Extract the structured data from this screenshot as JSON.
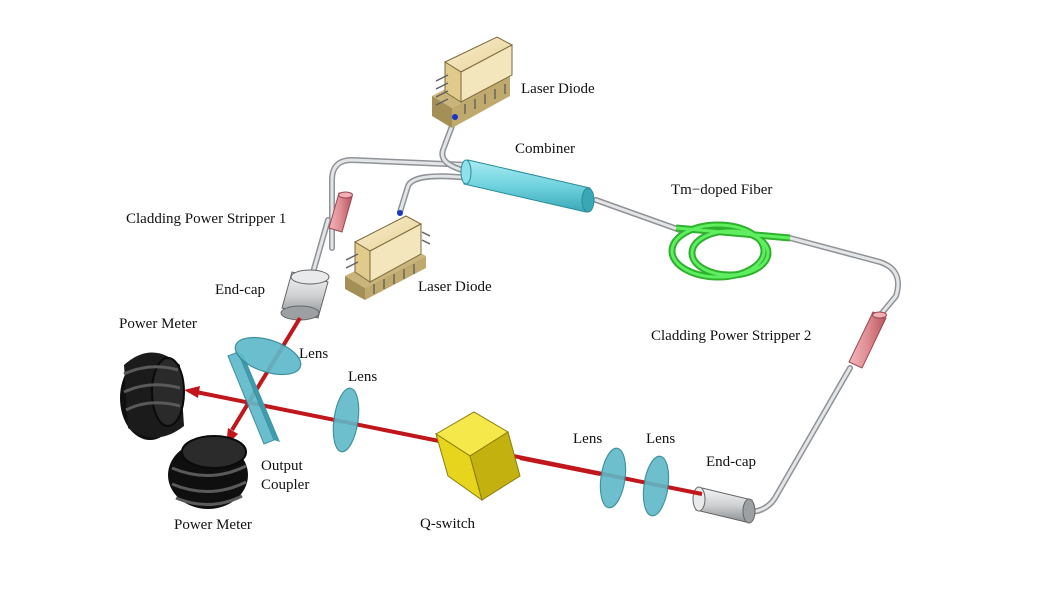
{
  "diagram": {
    "labels": {
      "laser_diode_top": "Laser Diode",
      "combiner": "Combiner",
      "tm_fiber": "Tm−doped Fiber",
      "cps1": "Cladding Power Stripper 1",
      "laser_diode_bottom": "Laser Diode",
      "endcap_left": "End-cap",
      "power_meter_top": "Power Meter",
      "lens_upper": "Lens",
      "lens_middle": "Lens",
      "cps2": "Cladding Power Stripper 2",
      "output_coupler_line1": "Output",
      "output_coupler_line2": "Coupler",
      "lens_right1": "Lens",
      "lens_right2": "Lens",
      "endcap_right": "End-cap",
      "power_meter_bottom": "Power Meter",
      "qswitch": "Q-switch"
    },
    "colors": {
      "beam": "#c0161c",
      "fiber": "#b9bcc0",
      "tm_fiber": "#3dd43d",
      "combiner": "#6fd3df",
      "stripper": "#df8d93",
      "lens": "#5fb9c9",
      "qswitch": "#e6d51c",
      "laser_body": "#f2e3b5",
      "power_meter": "#1b1b1b",
      "endcap": "#cfd1d3"
    },
    "icons": [
      "laser-diode-icon",
      "combiner-icon",
      "coiled-fiber-icon",
      "stripper-icon",
      "endcap-icon",
      "lens-icon",
      "mirror-icon",
      "cube-icon",
      "power-meter-icon"
    ]
  }
}
